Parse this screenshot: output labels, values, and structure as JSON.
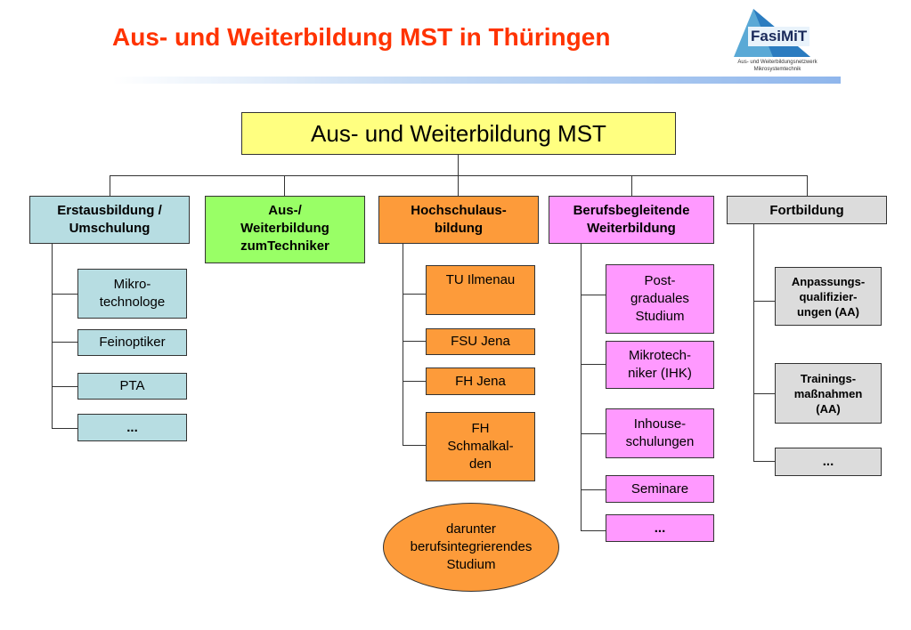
{
  "header": {
    "title": "Aus- und Weiterbildung MST in Thüringen",
    "logo_name": "FasiMiT",
    "logo_line1": "Aus- und Weiterbildungsnetzwerk",
    "logo_line2": "Mikrosystemtechnik"
  },
  "colors": {
    "title": "#ff3300",
    "root": "#ffff80",
    "erstausbildung": "#b7dde2",
    "techniker": "#99ff66",
    "hochschule": "#fd9b3a",
    "berufsbegleitend": "#ff99ff",
    "fortbildung": "#dcdcdc"
  },
  "root": "Aus- und Weiterbildung MST",
  "columns": [
    {
      "label": "Erstausbildung / Umschulung",
      "items": [
        "Mikro-\ntechnologe",
        "Feinoptiker",
        "PTA",
        "..."
      ]
    },
    {
      "label": "Aus-/\nWeiterbildung\nzumTechniker",
      "items": []
    },
    {
      "label": "Hochschulaus-\nbildung",
      "items": [
        "TU Ilmenau",
        "FSU Jena",
        "FH Jena",
        "FH\nSchmalkal-\nden"
      ]
    },
    {
      "label": "Berufsbegleitende\nWeiterbildung",
      "items": [
        "Post-\ngraduales\nStudium",
        "Mikrotech-\nniker (IHK)",
        "Inhouse-\nschulungen",
        "Seminare",
        "..."
      ]
    },
    {
      "label": "Fortbildung",
      "items": [
        "Anpassungs-\nqualifizier-\nungen (AA)",
        "Trainings-\nmaßnahmen\n(AA)",
        "..."
      ]
    }
  ],
  "note": "darunter\nberufsintegrierendes\nStudium"
}
